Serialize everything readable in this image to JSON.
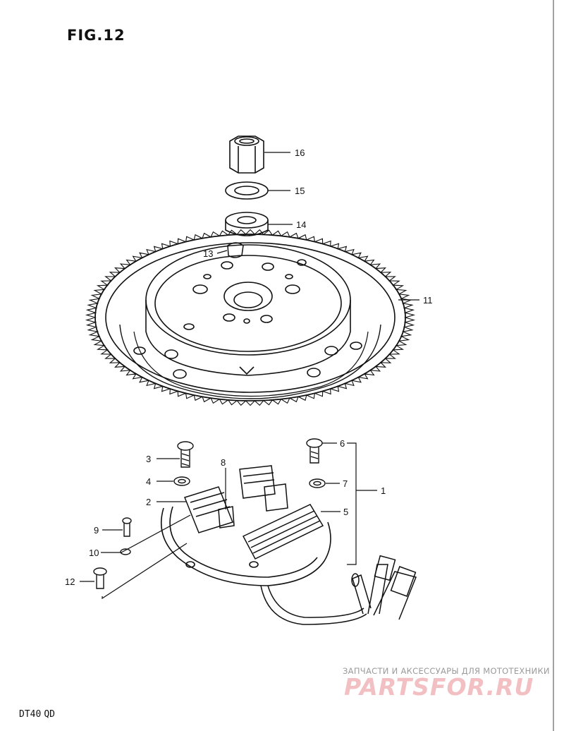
{
  "figure": {
    "title": "FIG.12",
    "model": "DT40",
    "model_suffix": "QD"
  },
  "callouts": [
    {
      "id": "16",
      "label": "16"
    },
    {
      "id": "15",
      "label": "15"
    },
    {
      "id": "14",
      "label": "14"
    },
    {
      "id": "13",
      "label": "13"
    },
    {
      "id": "11",
      "label": "11"
    },
    {
      "id": "6",
      "label": "6"
    },
    {
      "id": "3",
      "label": "3"
    },
    {
      "id": "8",
      "label": "8"
    },
    {
      "id": "4",
      "label": "4"
    },
    {
      "id": "7",
      "label": "7"
    },
    {
      "id": "1",
      "label": "1"
    },
    {
      "id": "2",
      "label": "2"
    },
    {
      "id": "5",
      "label": "5"
    },
    {
      "id": "9",
      "label": "9"
    },
    {
      "id": "10",
      "label": "10"
    },
    {
      "id": "12",
      "label": "12"
    }
  ],
  "watermark": {
    "tagline": "ЗАПЧАСТИ И АКСЕССУАРЫ ДЛЯ МОТОТЕХНИКИ",
    "logo": "PARTSFOR.RU"
  }
}
